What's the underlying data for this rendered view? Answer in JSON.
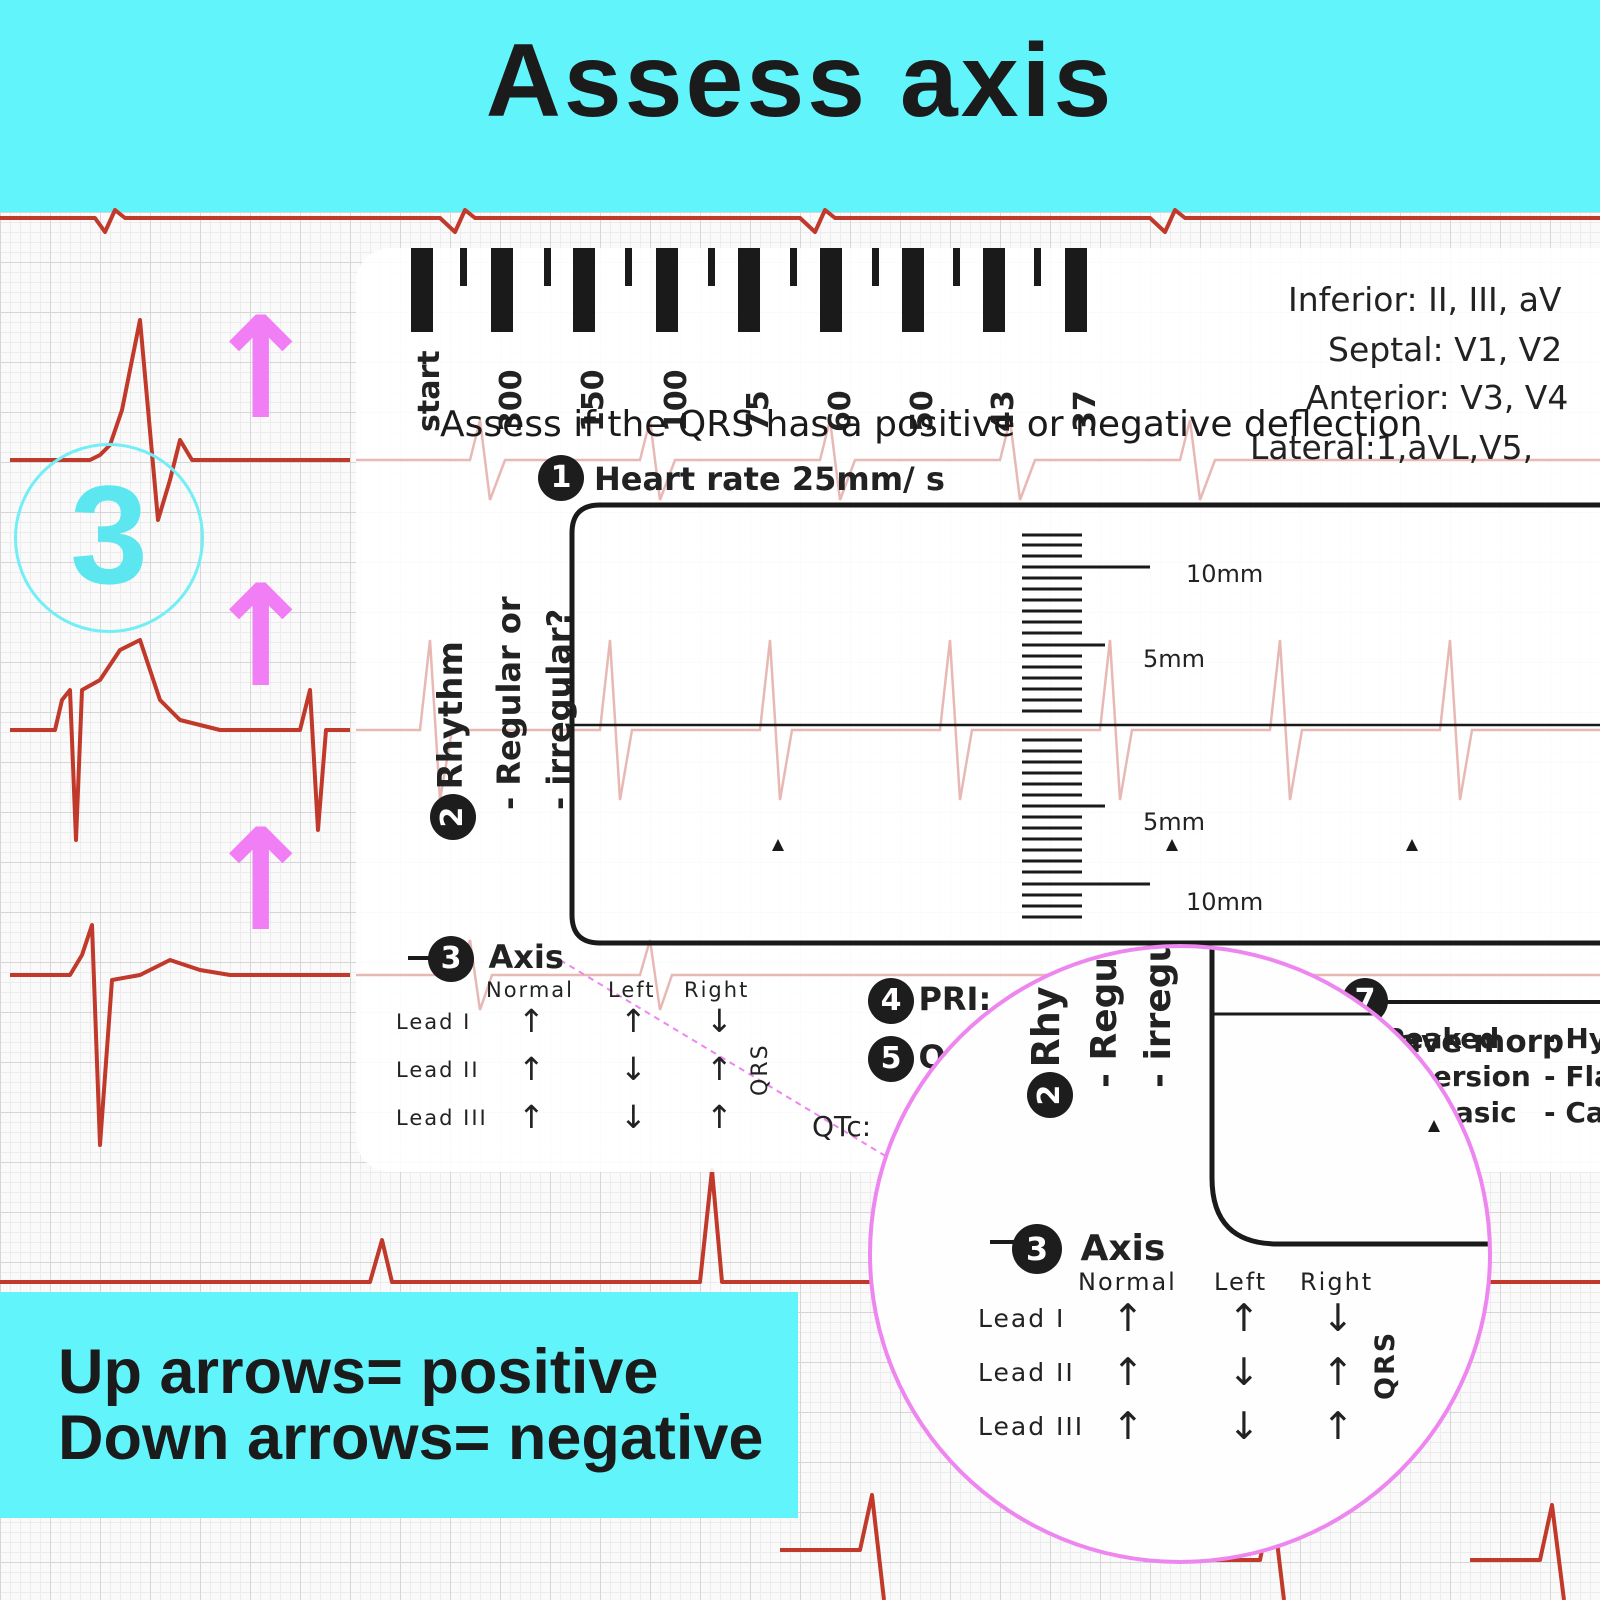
{
  "title": "Assess axis",
  "step_number": "3",
  "instruction": "Assess if the QRS has a positive or negative deflection",
  "ruler": {
    "start_label": "start",
    "rate_labels": [
      "300",
      "150",
      "100",
      "75",
      "60",
      "50",
      "43",
      "37"
    ],
    "heart_rate_badge": "1",
    "heart_rate_label": "Heart rate 25mm/ s",
    "mm_labels": [
      "10mm",
      "5mm",
      "5mm",
      "10mm"
    ]
  },
  "leads_info": [
    "Inferior: II, III, aV",
    "Septal: V1, V2",
    "Anterior: V3, V4",
    "Lateral:1,aVL,V5,"
  ],
  "rhythm": {
    "badge": "2",
    "title": "Rhythm",
    "line1": "- Regular or",
    "line2": "- irregular?"
  },
  "axis": {
    "badge": "3",
    "title": "Axis",
    "columns": [
      "Normal",
      "Left",
      "Right"
    ],
    "rows": [
      {
        "lead": "Lead I",
        "arrows": [
          "↑",
          "↑",
          "↓"
        ]
      },
      {
        "lead": "Lead II",
        "arrows": [
          "↑",
          "↓",
          "↑"
        ]
      },
      {
        "lead": "Lead III",
        "arrows": [
          "↑",
          "↓",
          "↑"
        ]
      }
    ],
    "side_label": "QRS"
  },
  "pri": {
    "badge": "4",
    "label": "PRI:"
  },
  "step5": {
    "badge": "5",
    "label": "Q"
  },
  "qtc_label": "QTc:",
  "twave": {
    "badge": "7",
    "title": "T-wave morp",
    "left_items": [
      "Peaked",
      "Inversion",
      "Biphasic"
    ],
    "right_items": [
      "- Hy",
      "- Fla",
      "- Ca"
    ]
  },
  "magnifier": {
    "rhythm_title": "Rhy",
    "rhythm_line1": "- Regu",
    "rhythm_line2": "- irregu"
  },
  "legend": {
    "line1": "Up arrows= positive",
    "line2": "Down arrows= negative"
  },
  "colors": {
    "banner": "#62f4fb",
    "ecg_trace": "#c0392b",
    "pink_accent": "#f17ef4",
    "step_circle": "#5be6f0"
  },
  "icons": [
    "up-arrow-icon",
    "down-arrow-icon",
    "triangle-marker-icon"
  ]
}
